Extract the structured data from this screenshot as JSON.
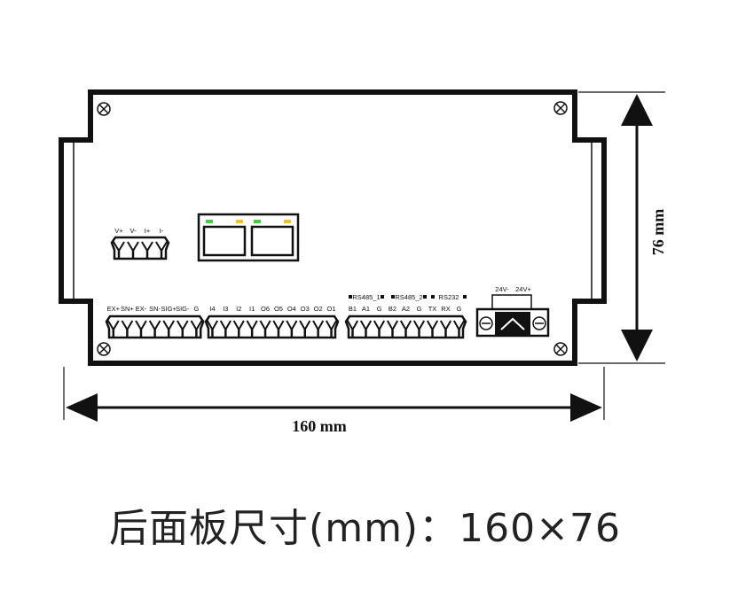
{
  "dimensions": {
    "width_label": "160 mm",
    "height_label": "76 mm"
  },
  "caption": "后面板尺寸(mm)：160×76",
  "terminals": {
    "power_in": [
      "V+",
      "V-",
      "I+",
      "I-"
    ],
    "sensor": [
      "EX+",
      "SN+",
      "EX-",
      "SN-",
      "SIG+",
      "SIG-",
      "G"
    ],
    "io": [
      "I4",
      "I3",
      "I2",
      "I1",
      "O6",
      "O5",
      "O4",
      "O3",
      "O2",
      "O1"
    ],
    "comm_groups": [
      "RS485_1",
      "RS485_2",
      "RS232"
    ],
    "comm": [
      "B1",
      "A1",
      "G",
      "B2",
      "A2",
      "G",
      "TX",
      "RX",
      "G"
    ],
    "supply": [
      "24V-",
      "24V+"
    ]
  },
  "colors": {
    "line": "#111111",
    "led_green": "#3ecf3e",
    "led_yellow": "#f2c21a"
  }
}
